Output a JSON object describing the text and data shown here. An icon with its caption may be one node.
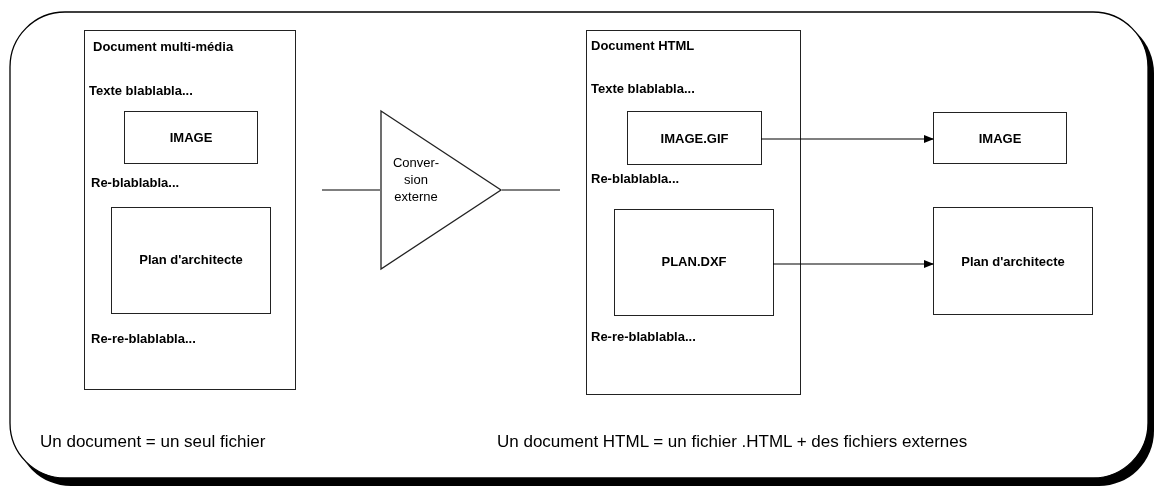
{
  "diagram": {
    "nodes": [
      {
        "text": [
          "Document multi-média",
          "Texte blablabla...",
          "Re-blablabla...",
          "Re-re-blablabla..."
        ]
      },
      {
        "text": [
          "IMAGE"
        ],
        "in": 0
      },
      {
        "text": [
          "Plan d'architecte"
        ],
        "in": 0
      },
      {
        "text": [
          "Conver- sion externe"
        ]
      },
      {
        "text": [
          "Document HTML",
          "Texte blablabla...",
          "Re-blablabla...",
          "Re-re-blablabla..."
        ]
      },
      {
        "text": [
          "IMAGE.GIF"
        ],
        "in": 4
      },
      {
        "text": [
          "PLAN.DXF"
        ],
        "in": 4
      },
      {
        "text": [
          "IMAGE"
        ]
      },
      {
        "text": [
          "Plan d'architecte"
        ]
      }
    ],
    "edges": [
      {
        "from": null,
        "to": 3,
        "arrow": "none"
      },
      {
        "from": 3,
        "to": null,
        "arrow": "none"
      },
      {
        "from": 5,
        "to": 7,
        "arrow": "to"
      },
      {
        "from": 6,
        "to": 8,
        "arrow": "to"
      }
    ],
    "labels": [
      "Un document = un seul fichier",
      "Un document HTML = un fichier .HTML + des fichiers externes"
    ]
  }
}
